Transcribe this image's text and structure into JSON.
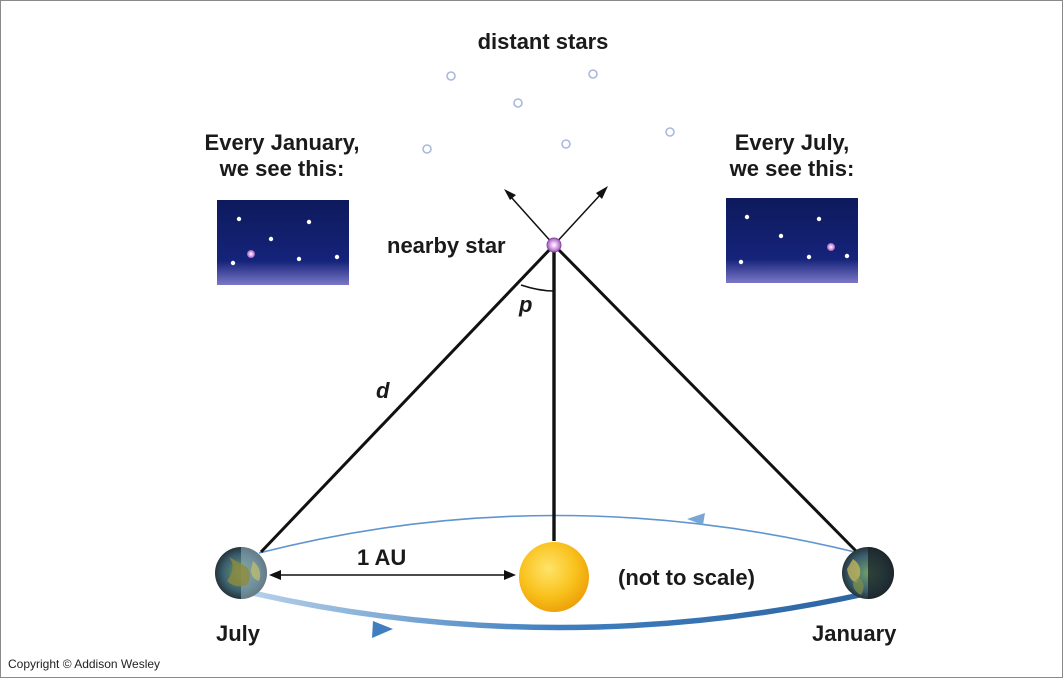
{
  "labels": {
    "distant_stars": "distant stars",
    "january_view_line1": "Every January,",
    "january_view_line2": "we see this:",
    "july_view_line1": "Every July,",
    "july_view_line2": "we see this:",
    "nearby_star": "nearby star",
    "parallax_angle": "p",
    "distance": "d",
    "one_au": "1 AU",
    "not_to_scale": "(not to scale)",
    "july": "July",
    "january": "January",
    "copyright": "Copyright © Addison Wesley"
  },
  "colors": {
    "background": "#ffffff",
    "sky_top": "#0e1a5c",
    "sky_bottom": "#7b78c8",
    "sun": "#f7b512",
    "orbit": "#3f7fbf",
    "nearby_star": "#c58fd6",
    "distant_star_outline": "#a9b8de"
  },
  "icons": {
    "sun": "sun-icon",
    "earth": "earth-icon",
    "nearby_star": "nearby-star-icon",
    "distant_star": "distant-star-icon"
  }
}
